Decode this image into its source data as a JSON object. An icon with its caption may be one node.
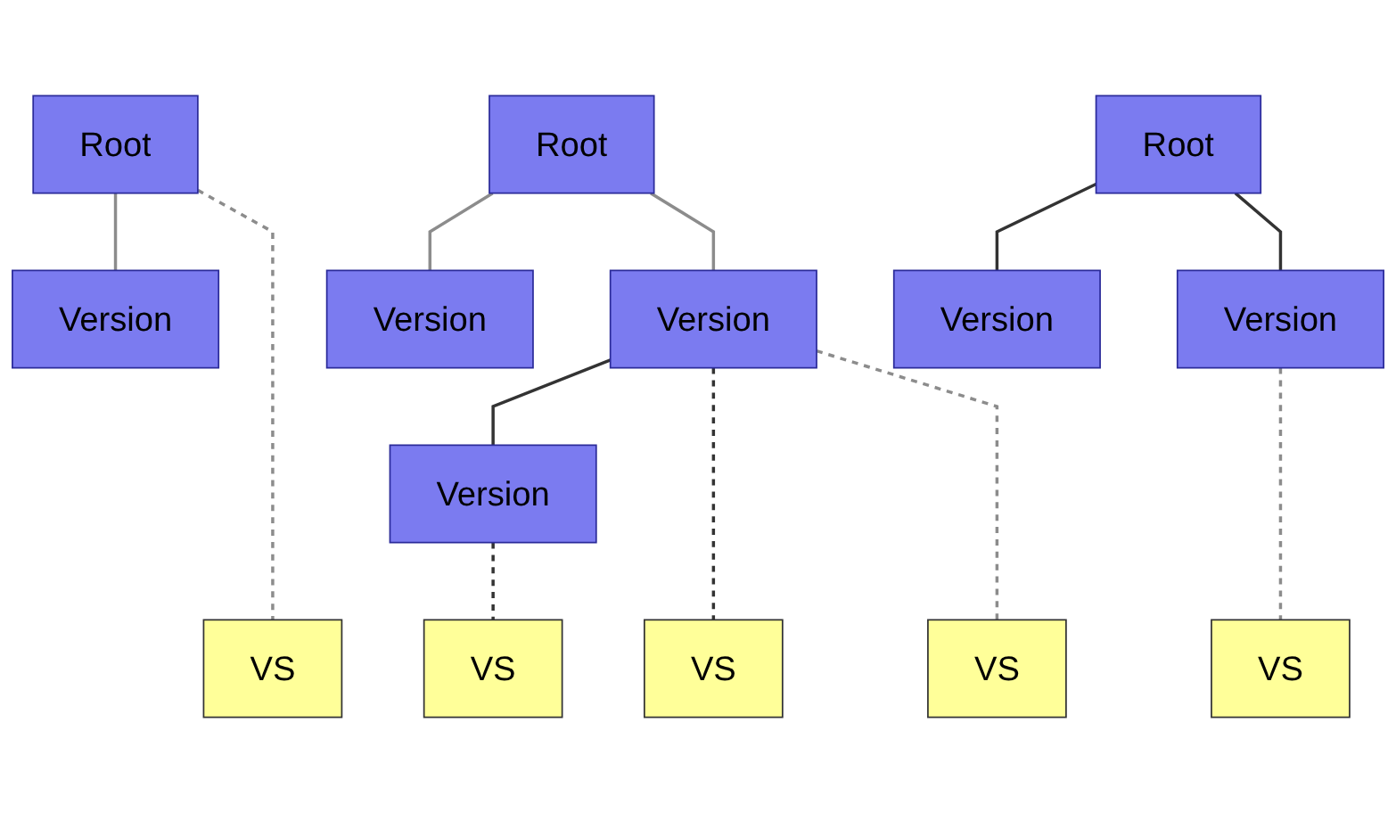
{
  "diagram": {
    "nodes": [
      {
        "text": [
          "Root"
        ]
      },
      {
        "text": [
          "Version"
        ]
      },
      {
        "text": [
          "Root"
        ]
      },
      {
        "text": [
          "Version"
        ]
      },
      {
        "text": [
          "Version"
        ]
      },
      {
        "text": [
          "Version"
        ]
      },
      {
        "text": [
          "Root"
        ]
      },
      {
        "text": [
          "Version"
        ]
      },
      {
        "text": [
          "Version"
        ]
      },
      {
        "text": [
          "VS"
        ]
      },
      {
        "text": [
          "VS"
        ]
      },
      {
        "text": [
          "VS"
        ]
      },
      {
        "text": [
          "VS"
        ]
      },
      {
        "text": [
          "VS"
        ]
      }
    ],
    "edges": [
      {
        "from": 0,
        "to": 1,
        "arrow": "none"
      },
      {
        "from": 2,
        "to": 3,
        "arrow": "none"
      },
      {
        "from": 2,
        "to": 4,
        "arrow": "none"
      },
      {
        "from": 4,
        "to": 5,
        "arrow": "none",
        "color": "#333333"
      },
      {
        "from": 6,
        "to": 7,
        "arrow": "none",
        "color": "#333333"
      },
      {
        "from": 6,
        "to": 8,
        "arrow": "none",
        "color": "#333333"
      },
      {
        "from": 0,
        "to": 9,
        "arrow": "none",
        "style": "dashed"
      },
      {
        "from": 4,
        "to": 10,
        "arrow": "none",
        "style": "dashed",
        "color": "#333333"
      },
      {
        "from": 4,
        "to": 11,
        "arrow": "none",
        "style": "dashed"
      },
      {
        "from": 5,
        "to": 12,
        "arrow": "none",
        "style": "dashed",
        "color": "#333333"
      },
      {
        "from": 8,
        "to": 13,
        "arrow": "none",
        "style": "dashed"
      }
    ]
  }
}
